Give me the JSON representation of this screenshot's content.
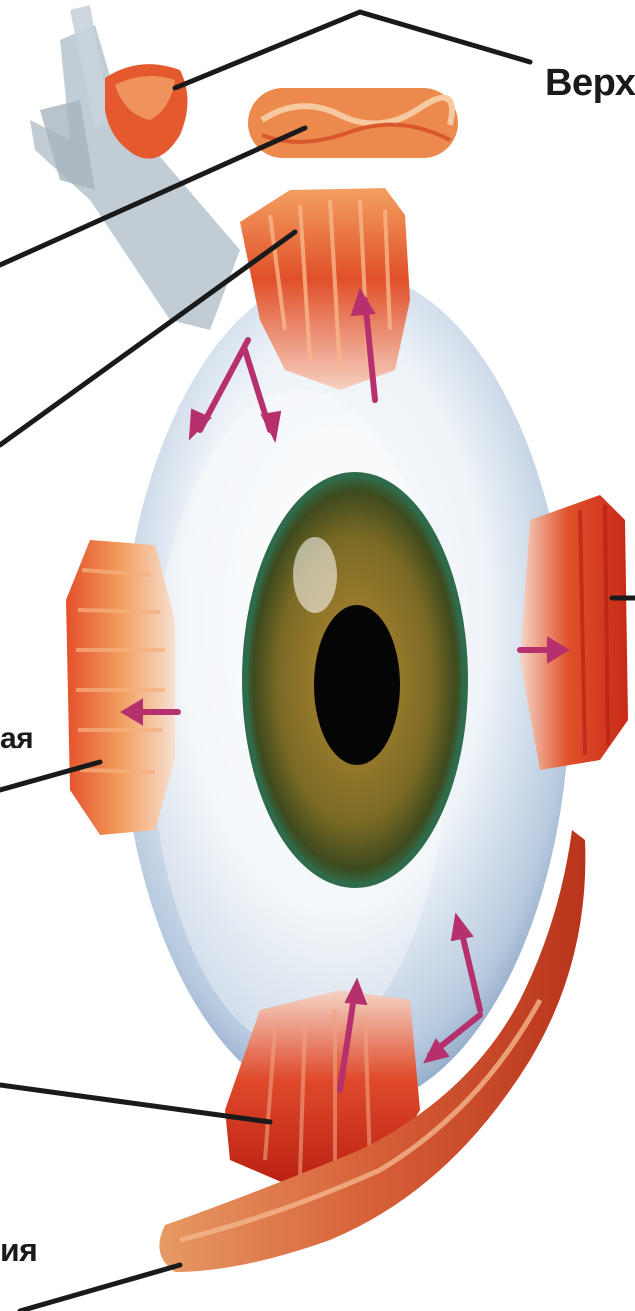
{
  "labels": {
    "top_right": "Верх",
    "left_middle": "ая",
    "bottom_left": "ия"
  },
  "colors": {
    "muscle_light": "#f3a061",
    "muscle_mid": "#e0502a",
    "muscle_dark": "#c02616",
    "sclera": "#eef3f8",
    "sclera_shadow": "#8fa8c7",
    "iris_outer": "#3e4a1e",
    "iris_inner": "#9a7a2c",
    "pupil": "#050505",
    "arrow": "#b5306d",
    "tendon": "#b7c3cc",
    "leader_line": "#1a1a1a"
  }
}
